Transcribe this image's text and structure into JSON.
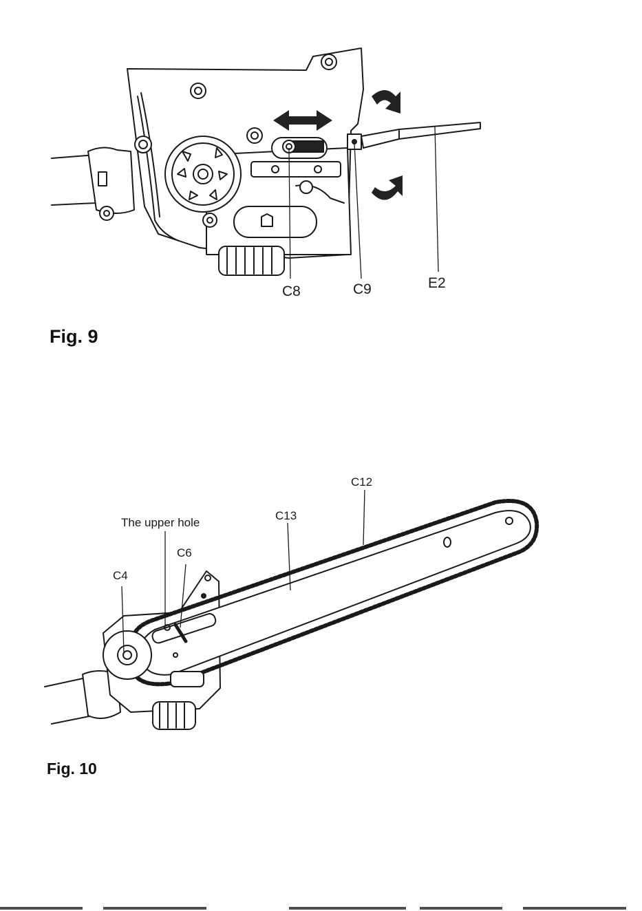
{
  "figures": [
    {
      "caption": "Fig. 9",
      "labels": {
        "c8": "C8",
        "c9": "C9",
        "e2": "E2"
      }
    },
    {
      "caption": "Fig. 10",
      "labels": {
        "upper_hole": "The upper hole",
        "c6": "C6",
        "c4": "C4",
        "c13": "C13",
        "c12": "C12"
      }
    }
  ],
  "colors": {
    "line": "#1a1a1a",
    "fill_light": "#ffffff",
    "fill_dark": "#222222"
  }
}
